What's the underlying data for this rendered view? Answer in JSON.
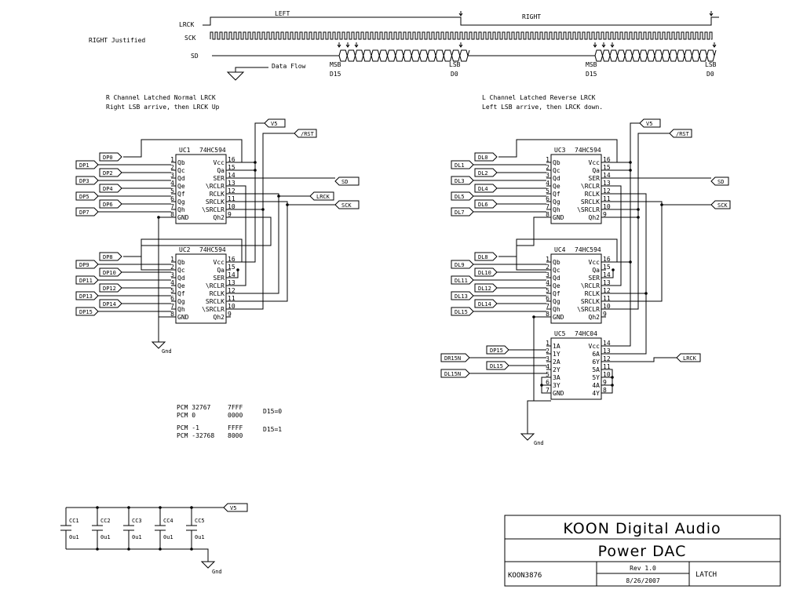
{
  "timing": {
    "lrck": "LRCK",
    "sck": "SCK",
    "sd": "SD",
    "mode": "RIGHT Justified",
    "left": "LEFT",
    "right": "RIGHT",
    "data_flow": "Data Flow",
    "msb": "MSB",
    "lsb": "LSB",
    "d15": "D15",
    "d0": "D0"
  },
  "notes": {
    "left_line1": "R Channel Latched Normal LRCK",
    "left_line2": "Right LSB arrive, then LRCK Up",
    "right_line1": "L Channel Latched Reverse LRCK",
    "right_line2": "Left LSB arrive, then LRCK down."
  },
  "pcm": {
    "r1": [
      "PCM 32767",
      "7FFF"
    ],
    "r2": [
      "PCM 0",
      "0000"
    ],
    "d15_0": "D15=0",
    "r3": [
      "PCM -1",
      "FFFF"
    ],
    "r4": [
      "PCM -32768",
      "8000"
    ],
    "d15_1": "D15=1"
  },
  "chips": [
    {
      "ref": "UC1",
      "part": "74HC594"
    },
    {
      "ref": "UC2",
      "part": "74HC594"
    },
    {
      "ref": "UC3",
      "part": "74HC594"
    },
    {
      "ref": "UC4",
      "part": "74HC594"
    },
    {
      "ref": "UC5",
      "part": "74HC04"
    }
  ],
  "pins594": {
    "left": [
      [
        "1",
        "Qb"
      ],
      [
        "2",
        "Qc"
      ],
      [
        "3",
        "Qd"
      ],
      [
        "4",
        "Qe"
      ],
      [
        "5",
        "Qf"
      ],
      [
        "6",
        "Qg"
      ],
      [
        "7",
        "Qh"
      ],
      [
        "8",
        "GND"
      ]
    ],
    "right": [
      [
        "16",
        "Vcc"
      ],
      [
        "15",
        "Qa"
      ],
      [
        "14",
        "SER"
      ],
      [
        "13",
        "\\RCLR"
      ],
      [
        "12",
        "RCLK"
      ],
      [
        "11",
        "SRCLK"
      ],
      [
        "10",
        "\\SRCLR"
      ],
      [
        "9",
        "Qh2"
      ]
    ]
  },
  "pins04": {
    "left": [
      [
        "1",
        "1A"
      ],
      [
        "2",
        "1Y"
      ],
      [
        "3",
        "2A"
      ],
      [
        "4",
        "2Y"
      ],
      [
        "5",
        "3A"
      ],
      [
        "6",
        "3Y"
      ],
      [
        "7",
        "GND"
      ]
    ],
    "right": [
      [
        "14",
        "Vcc"
      ],
      [
        "13",
        "6A"
      ],
      [
        "12",
        "6Y"
      ],
      [
        "11",
        "5A"
      ],
      [
        "10",
        "5Y"
      ],
      [
        "9",
        "4A"
      ],
      [
        "8",
        "4Y"
      ]
    ]
  },
  "ports": {
    "uc1": [
      "DP0",
      "DP1",
      "DP2",
      "DP3",
      "DP4",
      "DP5",
      "DP6",
      "DP7"
    ],
    "uc2": [
      "DP8",
      "DP9",
      "DP10",
      "DP11",
      "DP12",
      "DP13",
      "DP14",
      "DP15"
    ],
    "uc3": [
      "DL0",
      "DL1",
      "DL2",
      "DL3",
      "DL4",
      "DL5",
      "DL6",
      "DL7"
    ],
    "uc4": [
      "DL8",
      "DL9",
      "DL10",
      "DL11",
      "DL12",
      "DL13",
      "DL14",
      "DL15"
    ],
    "uc5": [
      "DP15",
      "DR15N",
      "DL15",
      "DL15N"
    ]
  },
  "nets": {
    "v5": "V5",
    "rst": "/RST",
    "sd": "SD",
    "lrck": "LRCK",
    "sck": "SCK",
    "gnd": "Gnd"
  },
  "caps": [
    {
      "ref": "CC1",
      "value": "0u1"
    },
    {
      "ref": "CC2",
      "value": "0u1"
    },
    {
      "ref": "CC3",
      "value": "0u1"
    },
    {
      "ref": "CC4",
      "value": "0u1"
    },
    {
      "ref": "CC5",
      "value": "0u1"
    }
  ],
  "title_block": {
    "company": "KOON Digital Audio",
    "title": "Power DAC",
    "doc_no": "KOON3876",
    "rev": "Rev 1.0",
    "date": "8/26/2007",
    "sheet": "LATCH"
  }
}
